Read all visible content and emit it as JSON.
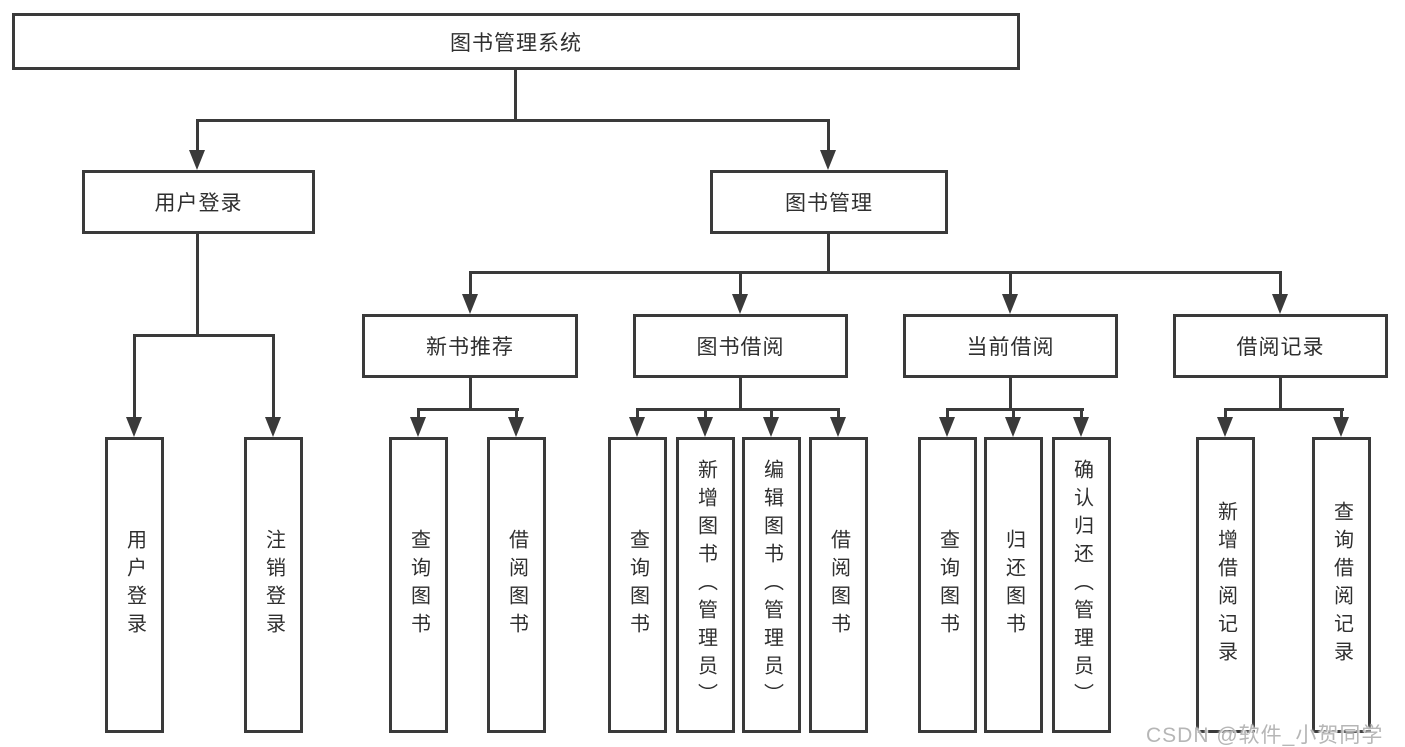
{
  "tree": {
    "label": "图书管理系统",
    "children": [
      {
        "label": "用户登录",
        "children": [
          {
            "label": "用户登录"
          },
          {
            "label": "注销登录"
          }
        ]
      },
      {
        "label": "图书管理",
        "children": [
          {
            "label": "新书推荐",
            "children": [
              {
                "label": "查询图书"
              },
              {
                "label": "借阅图书"
              }
            ]
          },
          {
            "label": "图书借阅",
            "children": [
              {
                "label": "查询图书"
              },
              {
                "label": "新增图书（管理员）"
              },
              {
                "label": "编辑图书（管理员）"
              },
              {
                "label": "借阅图书"
              }
            ]
          },
          {
            "label": "当前借阅",
            "children": [
              {
                "label": "查询图书"
              },
              {
                "label": "归还图书"
              },
              {
                "label": "确认归还（管理员）"
              }
            ]
          },
          {
            "label": "借阅记录",
            "children": [
              {
                "label": "新增借阅记录"
              },
              {
                "label": "查询借阅记录"
              }
            ]
          }
        ]
      }
    ]
  },
  "watermark": {
    "text": "CSDN @软件_小贺同学"
  },
  "style": {
    "line_color": "#3a3a3a",
    "box_border_color": "#3a3a3a",
    "text_color": "#2f2f2f",
    "watermark_color": "#b6b6b6",
    "background_color": "#ffffff"
  }
}
